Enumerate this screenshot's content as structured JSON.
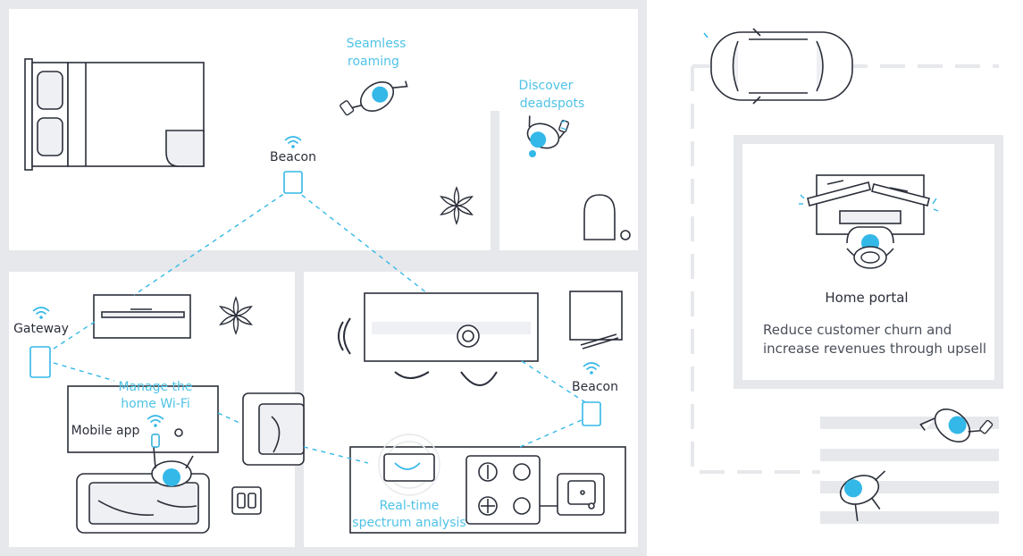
{
  "labels": {
    "seamless_roaming": [
      "Seamless",
      "roaming"
    ],
    "discover_deadspots": [
      "Discover",
      "deadspots"
    ],
    "beacon_top": "Beacon",
    "gateway": "Gateway",
    "beacon_right": "Beacon",
    "manage_wifi": [
      "Manage the",
      "home Wi-Fi"
    ],
    "mobile_app": "Mobile app",
    "spectrum_analysis": [
      "Real-time",
      "spectrum analysis"
    ],
    "home_portal": "Home portal",
    "upsell": [
      "Reduce customer churn and",
      "increase revenues through upsell"
    ]
  },
  "colors": {
    "accent": "#34b8e8",
    "accent_text": "#4fc3e6",
    "line": "#2b2f3a",
    "wall": "#e6e8eb",
    "furniture_fill": "#eef0f3"
  },
  "icons": [
    "bed-icon",
    "car-icon",
    "plant-icon",
    "sofa-icon",
    "armchair-icon",
    "tv-icon",
    "table-icon",
    "stove-icon",
    "sink-icon",
    "microwave-icon",
    "wifi-icon",
    "router-icon",
    "person-icon",
    "desk-icon",
    "chair-icon",
    "light-switch-icon",
    "toilet-icon"
  ]
}
